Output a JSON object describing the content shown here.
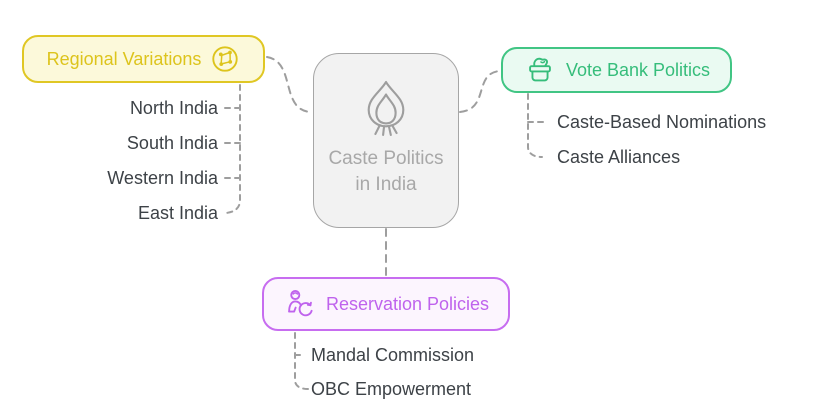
{
  "center": {
    "label": "Caste Politics in India",
    "icon": "onion-icon"
  },
  "branches": [
    {
      "label": "Regional Variations",
      "icon": "globe-network-icon",
      "accent": "#ddc41c",
      "background": "#fcf9da",
      "items": [
        "North India",
        "South India",
        "Western India",
        "East India"
      ]
    },
    {
      "label": "Vote Bank Politics",
      "icon": "ballot-box-icon",
      "accent": "#36bd7b",
      "background": "#eafaf2",
      "items": [
        "Caste-Based Nominations",
        "Caste Alliances"
      ]
    },
    {
      "label": "Reservation Policies",
      "icon": "person-refresh-icon",
      "accent": "#bf63ed",
      "background": "#fcf5fe",
      "items": [
        "Mandal Commission",
        "OBC Empowerment"
      ]
    }
  ],
  "connector_color": "#9e9e9e",
  "item_text_color": "#3d4247",
  "center_colors": {
    "background": "#f2f2f2",
    "border": "#a6a6a6",
    "text": "#a8a8a8"
  }
}
